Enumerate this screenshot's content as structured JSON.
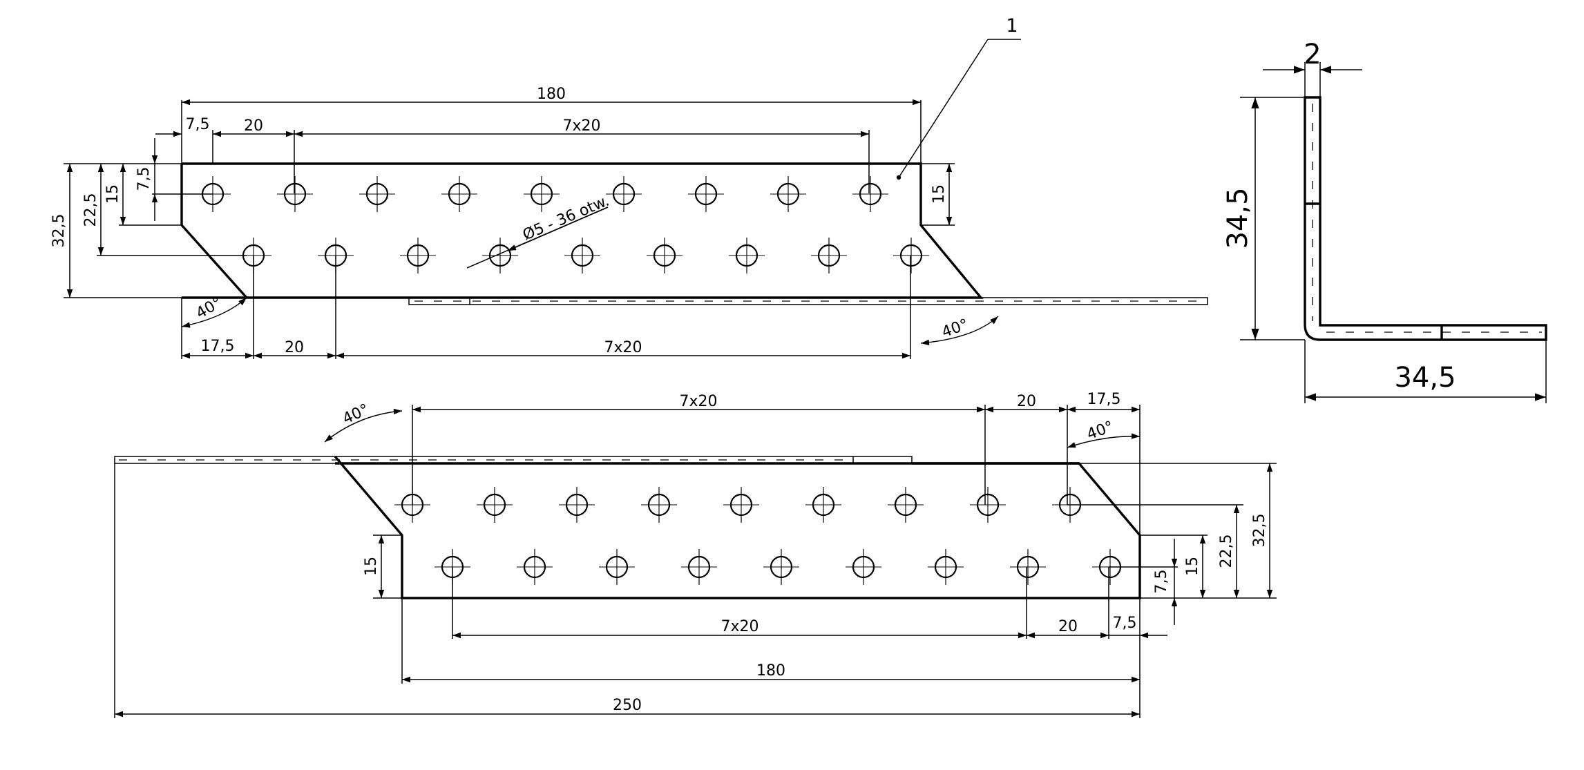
{
  "callout": {
    "label": "1"
  },
  "top_view": {
    "overall_180": "180",
    "first_offset": "7,5",
    "pitch_20": "20",
    "pitch_7x20": "7x20",
    "left_7_5": "7,5",
    "left_15": "15",
    "left_22_5": "22,5",
    "left_32_5": "32,5",
    "right_15": "15",
    "hole_note": "Ø5 - 36 otw.",
    "angle_left": "40°",
    "angle_right": "40°",
    "bottom_17_5": "17,5",
    "bottom_20": "20",
    "bottom_7x20": "7x20"
  },
  "bottom_view": {
    "angle_left": "40°",
    "angle_right": "40°",
    "top_7x20": "7x20",
    "top_20": "20",
    "top_17_5": "17,5",
    "left_15": "15",
    "right_7_5": "7,5",
    "right_15": "15",
    "right_22_5": "22,5",
    "right_32_5": "32,5",
    "bottom_7x20": "7x20",
    "bottom_20": "20",
    "bottom_7_5": "7,5",
    "overall_180": "180",
    "overall_250": "250"
  },
  "section_view": {
    "thickness": "2",
    "height": "34,5",
    "width": "34,5"
  },
  "colors": {
    "line": "#000000",
    "background": "#ffffff"
  }
}
